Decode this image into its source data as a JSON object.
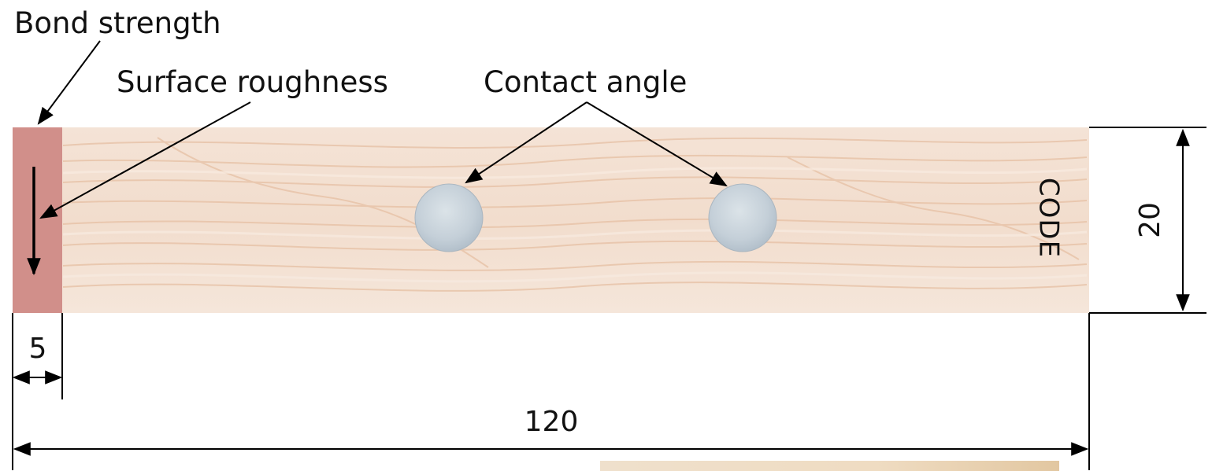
{
  "labels": {
    "bond_strength": "Bond strength",
    "surface_roughness": "Surface roughness",
    "contact_angle": "Contact angle",
    "code": "CODE"
  },
  "dimensions": {
    "height": "20",
    "bond_zone_width": "5",
    "length": "120"
  },
  "colors": {
    "wood_base": "#f3e1d3",
    "wood_grain": "#e8c2a6",
    "bond_zone": "#cf8a86",
    "droplet": "#c9d3db",
    "line": "#000000"
  }
}
